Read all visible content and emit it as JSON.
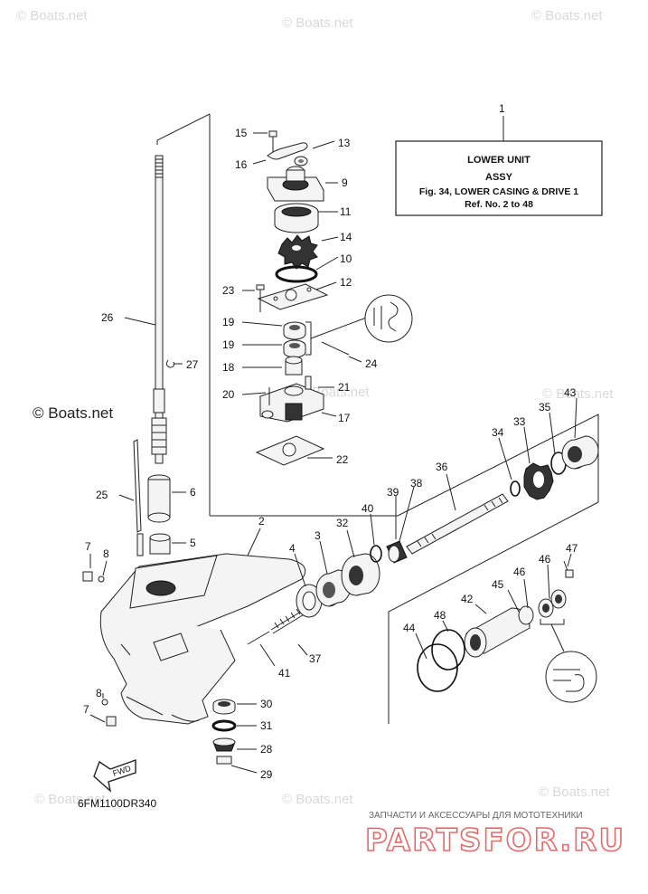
{
  "watermark": "© Boats.net",
  "diagram_code": "6FM1100DR340",
  "fwd_label": "FWD",
  "info_box": {
    "ref_number": "1",
    "line1": "LOWER UNIT",
    "line2": "ASSY",
    "line3": "Fig. 34, LOWER CASING & DRIVE 1",
    "line4": "Ref. No. 2 to 48"
  },
  "shop": {
    "tagline": "ЗАПЧАСТИ И АКСЕССУАРЫ ДЛЯ МОТОТЕХНИКИ",
    "brand": "PARTSFOR.RU"
  },
  "labels": {
    "p2": "2",
    "p3": "3",
    "p4": "4",
    "p5": "5",
    "p6": "6",
    "p7a": "7",
    "p7b": "7",
    "p8a": "8",
    "p8b": "8",
    "p9": "9",
    "p10": "10",
    "p11": "11",
    "p12": "12",
    "p13": "13",
    "p14": "14",
    "p15": "15",
    "p16": "16",
    "p17": "17",
    "p18": "18",
    "p19a": "19",
    "p19b": "19",
    "p20": "20",
    "p21": "21",
    "p22": "22",
    "p23": "23",
    "p24": "24",
    "p25": "25",
    "p26": "26",
    "p27": "27",
    "p28": "28",
    "p29": "29",
    "p30": "30",
    "p31": "31",
    "p32": "32",
    "p33": "33",
    "p34": "34",
    "p35": "35",
    "p36": "36",
    "p37": "37",
    "p38": "38",
    "p39": "39",
    "p40": "40",
    "p41": "41",
    "p42": "42",
    "p43": "43",
    "p44": "44",
    "p45": "45",
    "p46a": "46",
    "p46b": "46",
    "p47": "47",
    "p48": "48"
  }
}
